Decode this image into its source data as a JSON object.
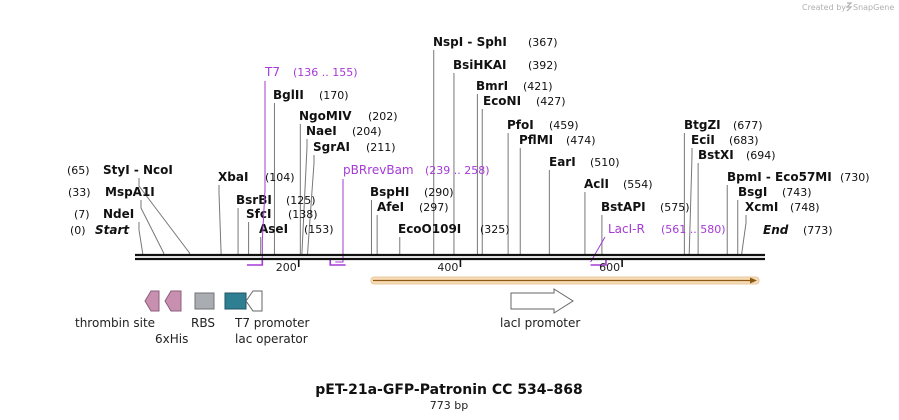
{
  "credit": "Created by",
  "brand": "SnapGene",
  "title": "pET-21a-GFP-Patronin CC 534–868",
  "length_label": "773 bp",
  "sequence_length": 773,
  "terminals": {
    "start": {
      "name": "Start",
      "position": "(0)",
      "bp": 0
    },
    "end": {
      "name": "End",
      "position": "(773)",
      "bp": 773
    }
  },
  "ruler_ticks": [
    {
      "label": "200",
      "bp": 200
    },
    {
      "label": "400",
      "bp": 400
    },
    {
      "label": "600",
      "bp": 600
    }
  ],
  "sites": [
    {
      "name": "NdeI",
      "position": "(7)",
      "bp": 7,
      "side": "left"
    },
    {
      "name": "MspA1I",
      "position": "(33)",
      "bp": 33,
      "side": "left"
    },
    {
      "name": "StyI  -  NcoI",
      "position": "(65)",
      "bp": 65,
      "side": "left"
    },
    {
      "name": "XbaI",
      "position": "(104)",
      "bp": 104,
      "side": "right"
    },
    {
      "name": "BsrBI",
      "position": "(125)",
      "bp": 125,
      "side": "right"
    },
    {
      "name": "SfcI",
      "position": "(138)",
      "bp": 138,
      "side": "right"
    },
    {
      "name": "AseI",
      "position": "(153)",
      "bp": 153,
      "side": "right"
    },
    {
      "name": "BglII",
      "position": "(170)",
      "bp": 170,
      "side": "right"
    },
    {
      "name": "NgoMIV",
      "position": "(202)",
      "bp": 202,
      "side": "right"
    },
    {
      "name": "NaeI",
      "position": "(204)",
      "bp": 204,
      "side": "right"
    },
    {
      "name": "SgrAI",
      "position": "(211)",
      "bp": 211,
      "side": "right"
    },
    {
      "name": "BspHI",
      "position": "(290)",
      "bp": 290,
      "side": "right"
    },
    {
      "name": "AfeI",
      "position": "(297)",
      "bp": 297,
      "side": "right"
    },
    {
      "name": "EcoO109I",
      "position": "(325)",
      "bp": 325,
      "side": "right"
    },
    {
      "name": "NspI  -  SphI",
      "position": "(367)",
      "bp": 367,
      "side": "right"
    },
    {
      "name": "BsiHKAI",
      "position": "(392)",
      "bp": 392,
      "side": "right"
    },
    {
      "name": "BmrI",
      "position": "(421)",
      "bp": 421,
      "side": "right"
    },
    {
      "name": "EcoNI",
      "position": "(427)",
      "bp": 427,
      "side": "right"
    },
    {
      "name": "PfoI",
      "position": "(459)",
      "bp": 459,
      "side": "right"
    },
    {
      "name": "PflMI",
      "position": "(474)",
      "bp": 474,
      "side": "right"
    },
    {
      "name": "EarI",
      "position": "(510)",
      "bp": 510,
      "side": "right"
    },
    {
      "name": "AclI",
      "position": "(554)",
      "bp": 554,
      "side": "right"
    },
    {
      "name": "BstAPI",
      "position": "(575)",
      "bp": 575,
      "side": "right"
    },
    {
      "name": "BtgZI",
      "position": "(677)",
      "bp": 677,
      "side": "right"
    },
    {
      "name": "EciI",
      "position": "(683)",
      "bp": 683,
      "side": "right"
    },
    {
      "name": "BstXI",
      "position": "(694)",
      "bp": 694,
      "side": "right"
    },
    {
      "name": "BpmI  -  Eco57MI",
      "position": "(730)",
      "bp": 730,
      "side": "right"
    },
    {
      "name": "BsgI",
      "position": "(743)",
      "bp": 743,
      "side": "right"
    },
    {
      "name": "XcmI",
      "position": "(748)",
      "bp": 748,
      "side": "right"
    }
  ],
  "primers": [
    {
      "name": "T7",
      "range": "(136 .. 155)",
      "start": 136,
      "end": 155,
      "direction": "forward"
    },
    {
      "name": "pBRrevBam",
      "range": "(239 .. 258)",
      "start": 239,
      "end": 258,
      "direction": "reverse"
    },
    {
      "name": "LacI-R",
      "range": "(561 .. 580)",
      "start": 561,
      "end": 580,
      "direction": "forward"
    }
  ],
  "features": [
    {
      "name": "thrombin site",
      "shape": "arrow-left",
      "color": "#c98fb0"
    },
    {
      "name": "6xHis",
      "shape": "arrow-left",
      "color": "#c98fb0"
    },
    {
      "name": "RBS",
      "shape": "box",
      "color": "#a9adb2"
    },
    {
      "name": "T7 promoter",
      "shape": "box",
      "color": "#2f7f93"
    },
    {
      "name": "lac operator",
      "shape": "arrow-left",
      "color": "#ffffff"
    },
    {
      "name": "lacI promoter",
      "shape": "arrow-right",
      "color": "#ffffff"
    }
  ],
  "orf": {
    "color": "#f2a93b",
    "direction": "forward"
  },
  "colors": {
    "backbone": "#111111",
    "primer": "#a53ad6",
    "orf": "#f2a93b",
    "orf_border": "#e7c9a0"
  }
}
